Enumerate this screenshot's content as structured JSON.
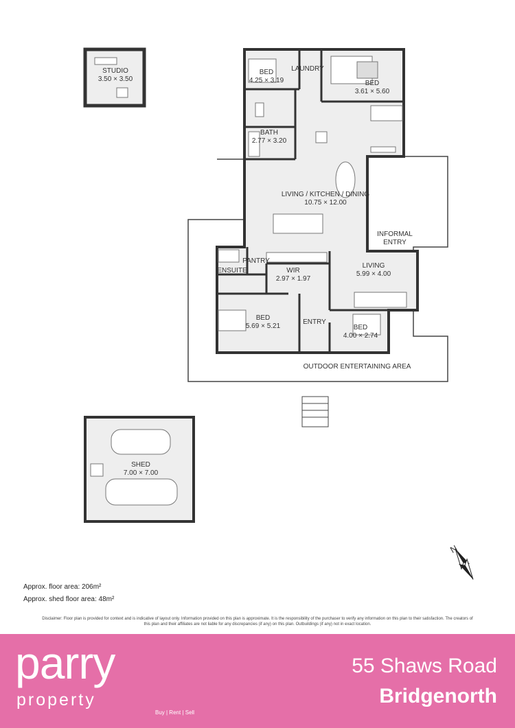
{
  "rooms": [
    {
      "id": "studio",
      "name": "STUDIO",
      "dims": "3.50 × 3.50"
    },
    {
      "id": "bed1",
      "name": "BED",
      "dims": "4.25 × 3.19"
    },
    {
      "id": "laundry",
      "name": "LAUNDRY",
      "dims": ""
    },
    {
      "id": "bed2",
      "name": "BED",
      "dims": "3.61 × 5.60"
    },
    {
      "id": "bath",
      "name": "BATH",
      "dims": "2.77 × 3.20"
    },
    {
      "id": "living-kitchen",
      "name": "LIVING / KITCHEN / DINING",
      "dims": "10.75 × 12.00"
    },
    {
      "id": "informal-entry",
      "name": "INFORMAL",
      "name2": "ENTRY"
    },
    {
      "id": "pantry",
      "name": "PANTRY"
    },
    {
      "id": "ensuite",
      "name": "ENSUITE"
    },
    {
      "id": "wir",
      "name": "WIR",
      "dims": "2.97 × 1.97"
    },
    {
      "id": "living2",
      "name": "LIVING",
      "dims": "5.99 × 4.00"
    },
    {
      "id": "bed3",
      "name": "BED",
      "dims": "5.69 × 5.21"
    },
    {
      "id": "entry",
      "name": "ENTRY"
    },
    {
      "id": "bed4",
      "name": "BED",
      "dims": "4.00 × 2.74"
    },
    {
      "id": "outdoor",
      "name": "OUTDOOR ENTERTAINING AREA"
    },
    {
      "id": "shed",
      "name": "SHED",
      "dims": "7.00 × 7.00"
    }
  ],
  "areas": {
    "floor": "Approx. floor area: 206m²",
    "shed": "Approx. shed floor area: 48m²"
  },
  "disclaimer": "Disclaimer: Floor plan is provided for context and is indicative of layout only. Information provided on this plan is approximate. It is the responsibility of the purchaser to verify any information on this plan to their satisfaction. The creators of this plan and their affiliates are not liable for any discrepancies (if any) on this plan. Outbuildings (if any) not in exact location.",
  "brand": {
    "name": "parry",
    "sub": "property",
    "tagline": "Buy | Rent | Sell"
  },
  "address": {
    "line1": "55 Shaws Road",
    "line2": "Bridgenorth"
  },
  "compass": {
    "letter": "N"
  },
  "colors": {
    "footer": "#e56fa8",
    "room_fill": "#eeeeee",
    "wall": "#333333"
  }
}
